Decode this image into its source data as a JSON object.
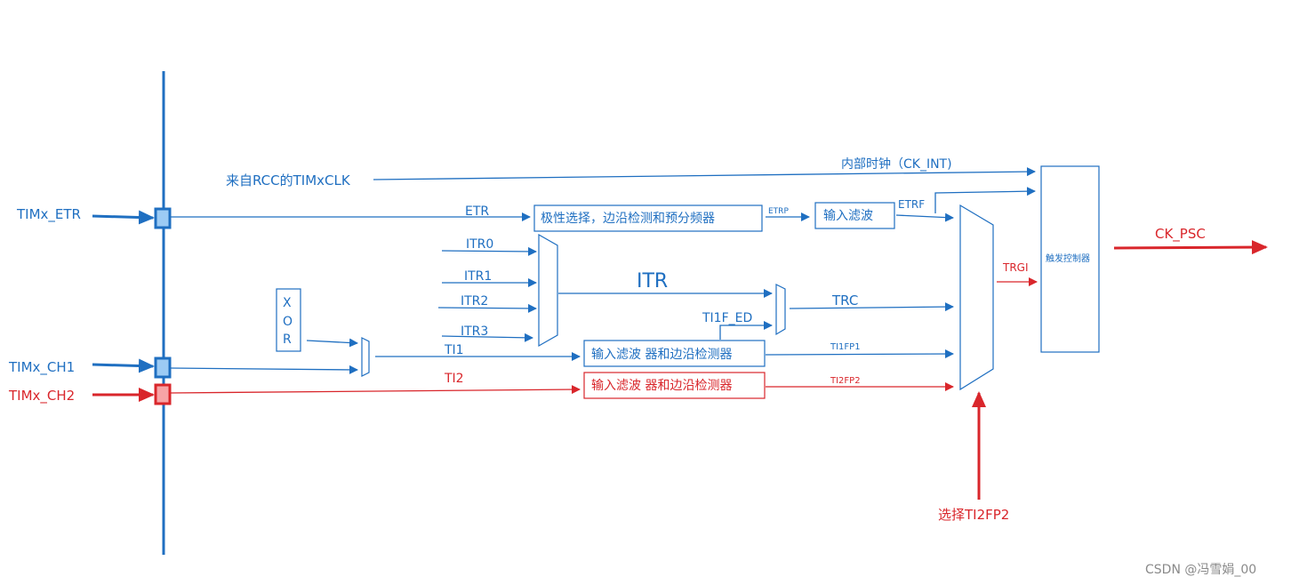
{
  "colors": {
    "blue": "#1f6fc1",
    "red": "#d9262b",
    "light_blue_fill": "#9ccbf4",
    "light_red_fill": "#f7a4a6",
    "gray": "#8a8a8a"
  },
  "pins": {
    "etr": "TIMx_ETR",
    "ch1": "TIMx_CH1",
    "ch2": "TIMx_CH2"
  },
  "signals": {
    "rcc_clk": "来自RCC的TIMxCLK",
    "ck_int": "内部时钟（CK_INT)",
    "etr": "ETR",
    "etrp": "ETRP",
    "etrf": "ETRF",
    "itr0": "ITR0",
    "itr1": "ITR1",
    "itr2": "ITR2",
    "itr3": "ITR3",
    "itr": "ITR",
    "trc": "TRC",
    "ti1f_ed": "TI1F_ED",
    "ti1": "TI1",
    "ti2": "TI2",
    "ti1fp1": "TI1FP1",
    "ti2fp2": "TI2FP2",
    "trgi": "TRGI",
    "ck_psc": "CK_PSC",
    "select_ti2fp2": "选择TI2FP2"
  },
  "blocks": {
    "polarity": "极性选择，边沿检测和预分频器",
    "input_filter": "输入滤波",
    "filter_edge_1": "输入滤波 器和边沿检测器",
    "filter_edge_2": "输入滤波 器和边沿检测器",
    "trigger_ctrl": "触发控制器",
    "xor_letters": [
      "X",
      "O",
      "R"
    ]
  },
  "watermark": "CSDN @冯雪娟_00"
}
